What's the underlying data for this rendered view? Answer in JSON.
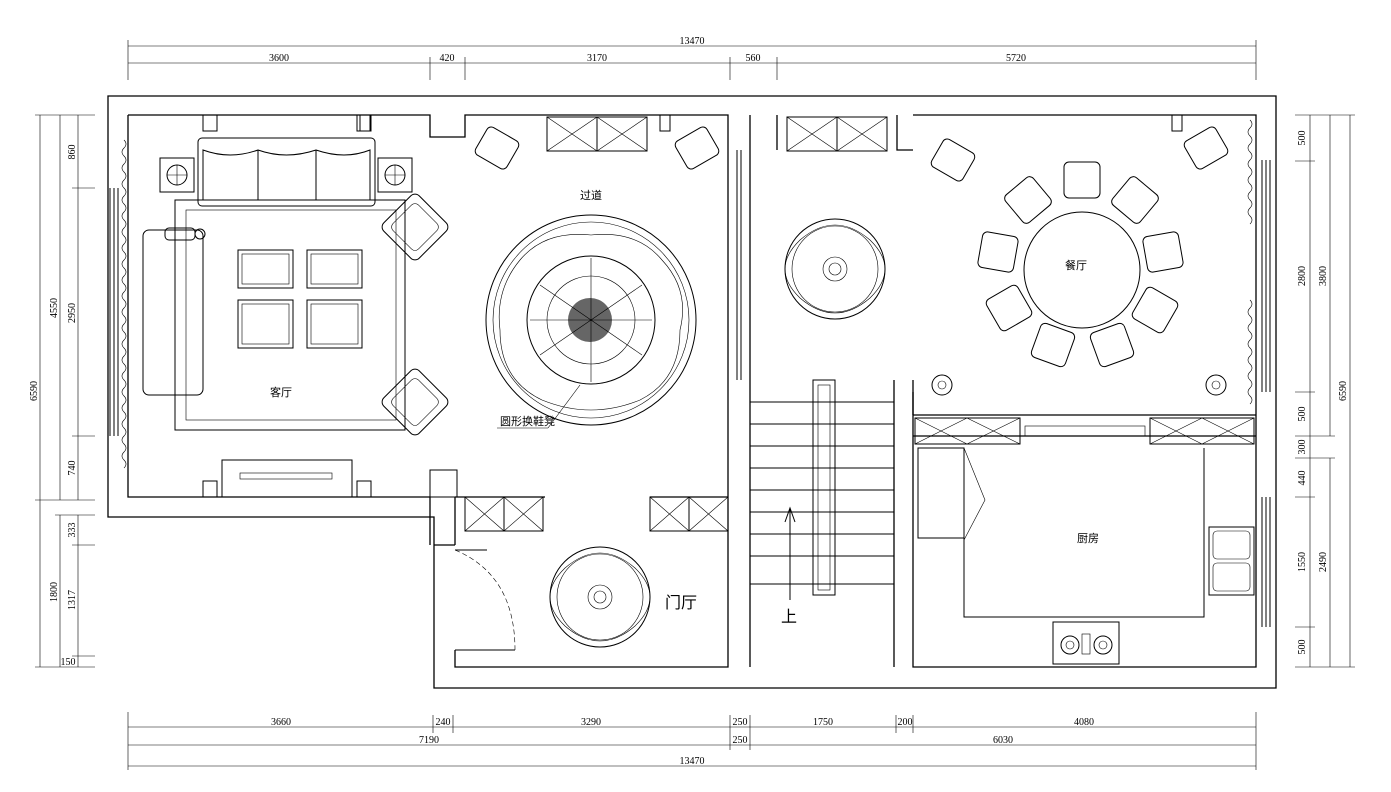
{
  "dimensions": {
    "top_total": "13470",
    "top": [
      "3600",
      "420",
      "3170",
      "560",
      "5720"
    ],
    "bottom_row1": [
      "3660",
      "240",
      "3290",
      "250",
      "1750",
      "200",
      "4080"
    ],
    "bottom_row2": [
      "7190",
      "250",
      "6030"
    ],
    "bottom_total": "13470",
    "left_outer": "6590",
    "left_inner_a": "4550",
    "left_inner_b": [
      "860",
      "2950",
      "740"
    ],
    "left_lower_total": "1800",
    "left_lower": [
      "333",
      "1317",
      "150"
    ],
    "right_a": [
      "500",
      "2800",
      "500",
      "300",
      "440",
      "1550",
      "500"
    ],
    "right_b": [
      "3800",
      "2490"
    ],
    "right_total": "6590"
  },
  "rooms": {
    "living_room": "客厅",
    "corridor": "过道",
    "dining_room": "餐厅",
    "kitchen": "厨房",
    "foyer": "门厅",
    "stair_up": "上"
  },
  "annotations": {
    "round_shoe_stool": "圆形换鞋凳"
  },
  "colors": {
    "line": "#000000",
    "background": "#ffffff"
  }
}
